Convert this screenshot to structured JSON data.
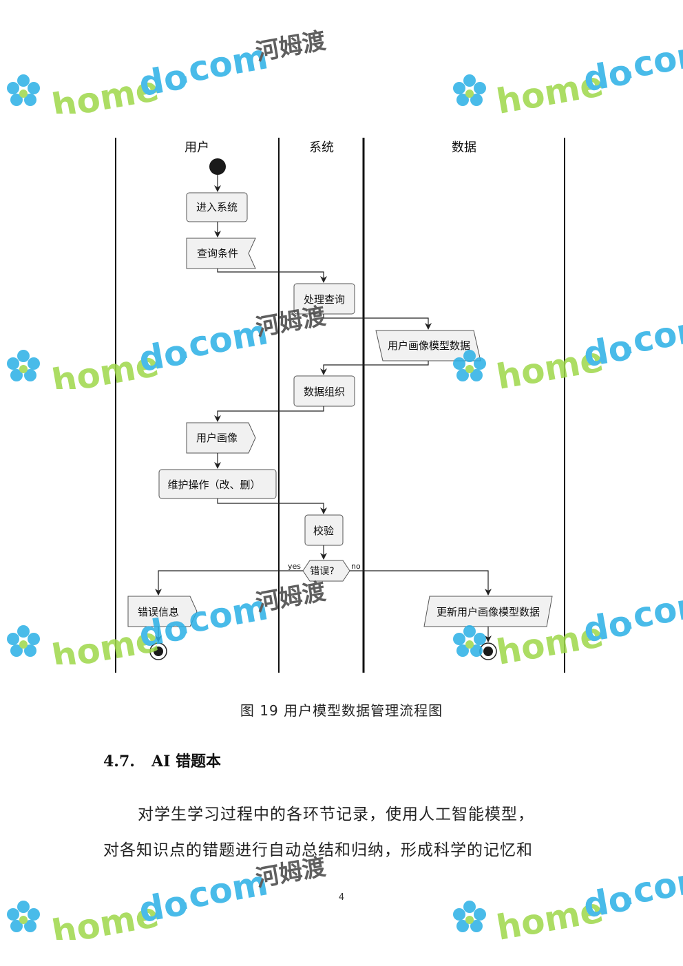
{
  "diagram": {
    "lanes": [
      "用户",
      "系统",
      "数据"
    ],
    "nodes": {
      "enter_system": "进入系统",
      "query_condition": "查询条件",
      "process_query": "处理查询",
      "profile_model_data": "用户画像模型数据",
      "data_organize": "数据组织",
      "user_profile": "用户画像",
      "maintain": "维护操作（改、删）",
      "validate": "校验",
      "decision": "错误?",
      "yes": "yes",
      "no": "no",
      "error_info": "错误信息",
      "update_data": "更新用户画像模型数据"
    }
  },
  "caption": "图  19  用户模型数据管理流程图",
  "section": {
    "number": "4.7.",
    "title": "AI 错题本"
  },
  "paragraph": {
    "line1": "对学生学习过程中的各环节记录，使用人工智能模型，",
    "line2": "对各知识点的错题进行自动总结和归纳，形成科学的记忆和"
  },
  "page_number": "4",
  "watermark": {
    "home": "home",
    "do": "do",
    "com": ".com",
    "cn": "河姆渡"
  }
}
